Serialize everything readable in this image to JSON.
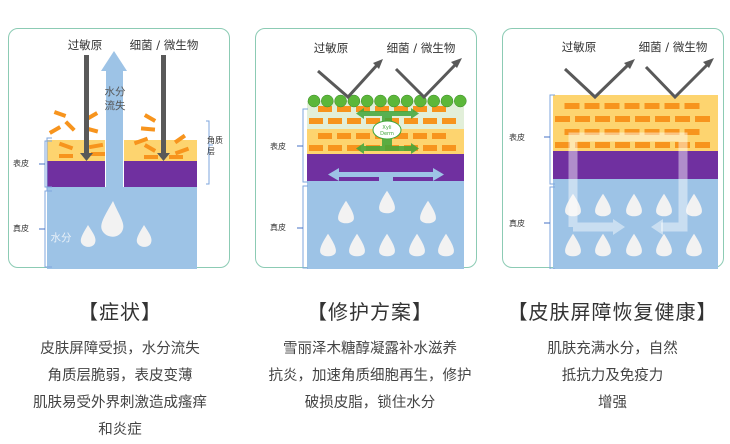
{
  "panels": [
    {
      "id": "symptoms",
      "labels": {
        "allergen": "过敏原",
        "microbe": "细菌 / 微生物",
        "water_loss": [
          "水分",
          "流失"
        ],
        "stratum_corneum": "角质层",
        "epidermis": "表皮",
        "dermis": "真皮",
        "water": "水分"
      },
      "caption": {
        "title": "【症状】",
        "lines": [
          "皮肤屏障受损，水分流失",
          "角质层脆弱，表皮变薄",
          "肌肤易受外界刺激造成瘙痒",
          "和炎症"
        ]
      }
    },
    {
      "id": "repair",
      "labels": {
        "allergen": "过敏原",
        "microbe": "细菌 / 微生物",
        "epidermis": "表皮",
        "dermis": "真皮",
        "logo": [
          "Xyli",
          "Derm"
        ]
      },
      "caption": {
        "title": "【修护方案】",
        "lines": [
          "雪丽泽木糖醇凝露补水滋养",
          "抗炎，加速角质细胞再生，修护",
          "破损皮脂，锁住水分"
        ]
      }
    },
    {
      "id": "recovery",
      "labels": {
        "allergen": "过敏原",
        "microbe": "细菌 / 微生物",
        "epidermis": "表皮",
        "dermis": "真皮"
      },
      "caption": {
        "title": "【皮肤屏障恢复健康】",
        "lines": [
          "肌肤充满水分，自然",
          "抵抗力及免疫力",
          "增强"
        ]
      }
    }
  ],
  "colors": {
    "border": "#8ccbb4",
    "stratum": "#fdd46f",
    "brick": "#f7941d",
    "basal": "#7030a0",
    "dermis": "#9dc3e6",
    "arrow": "#595959",
    "bracket": "#4472c4",
    "green_dot": "#5cb73a",
    "green_arrow": "#3fa63a"
  }
}
